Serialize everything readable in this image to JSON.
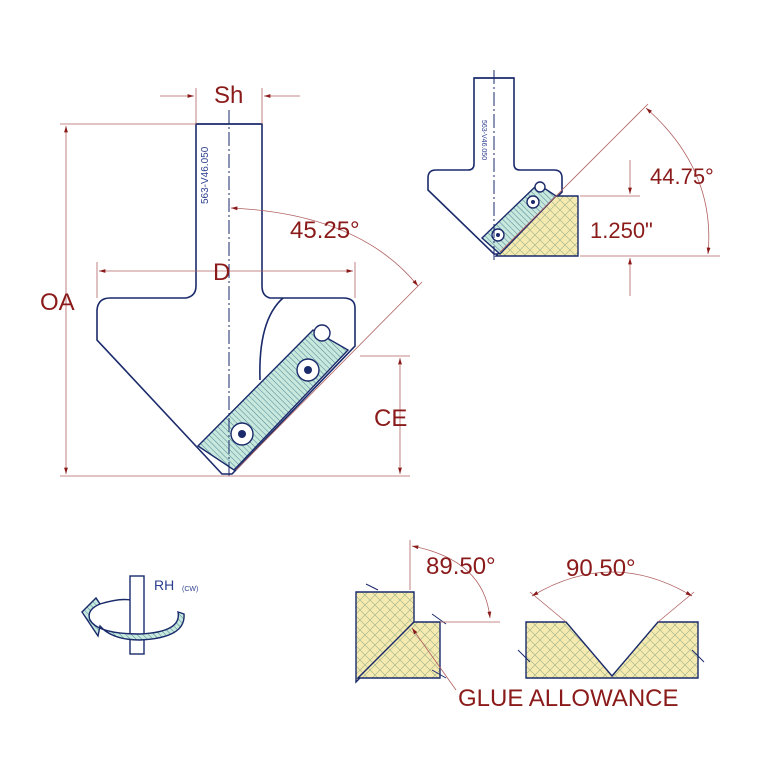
{
  "labels": {
    "shank": "Sh",
    "diameter": "D",
    "overall": "OA",
    "cutting_edge": "CE",
    "angle_main": "45.25°",
    "angle_setup": "44.75°",
    "height_setup": "1.250\"",
    "angle_miter": "89.50°",
    "angle_vgroove": "90.50°",
    "glue": "GLUE ALLOWANCE"
  },
  "engraving": {
    "part_number": "563-V46.050",
    "part_number_small": "563-V46.050"
  },
  "rotation": {
    "label": "RH",
    "sub": "(CW)"
  },
  "colors": {
    "dimension": "#8b1a1a",
    "outline": "#1a2a6b",
    "insert": "#bfe3d6",
    "wood": "#f3e6a3"
  }
}
